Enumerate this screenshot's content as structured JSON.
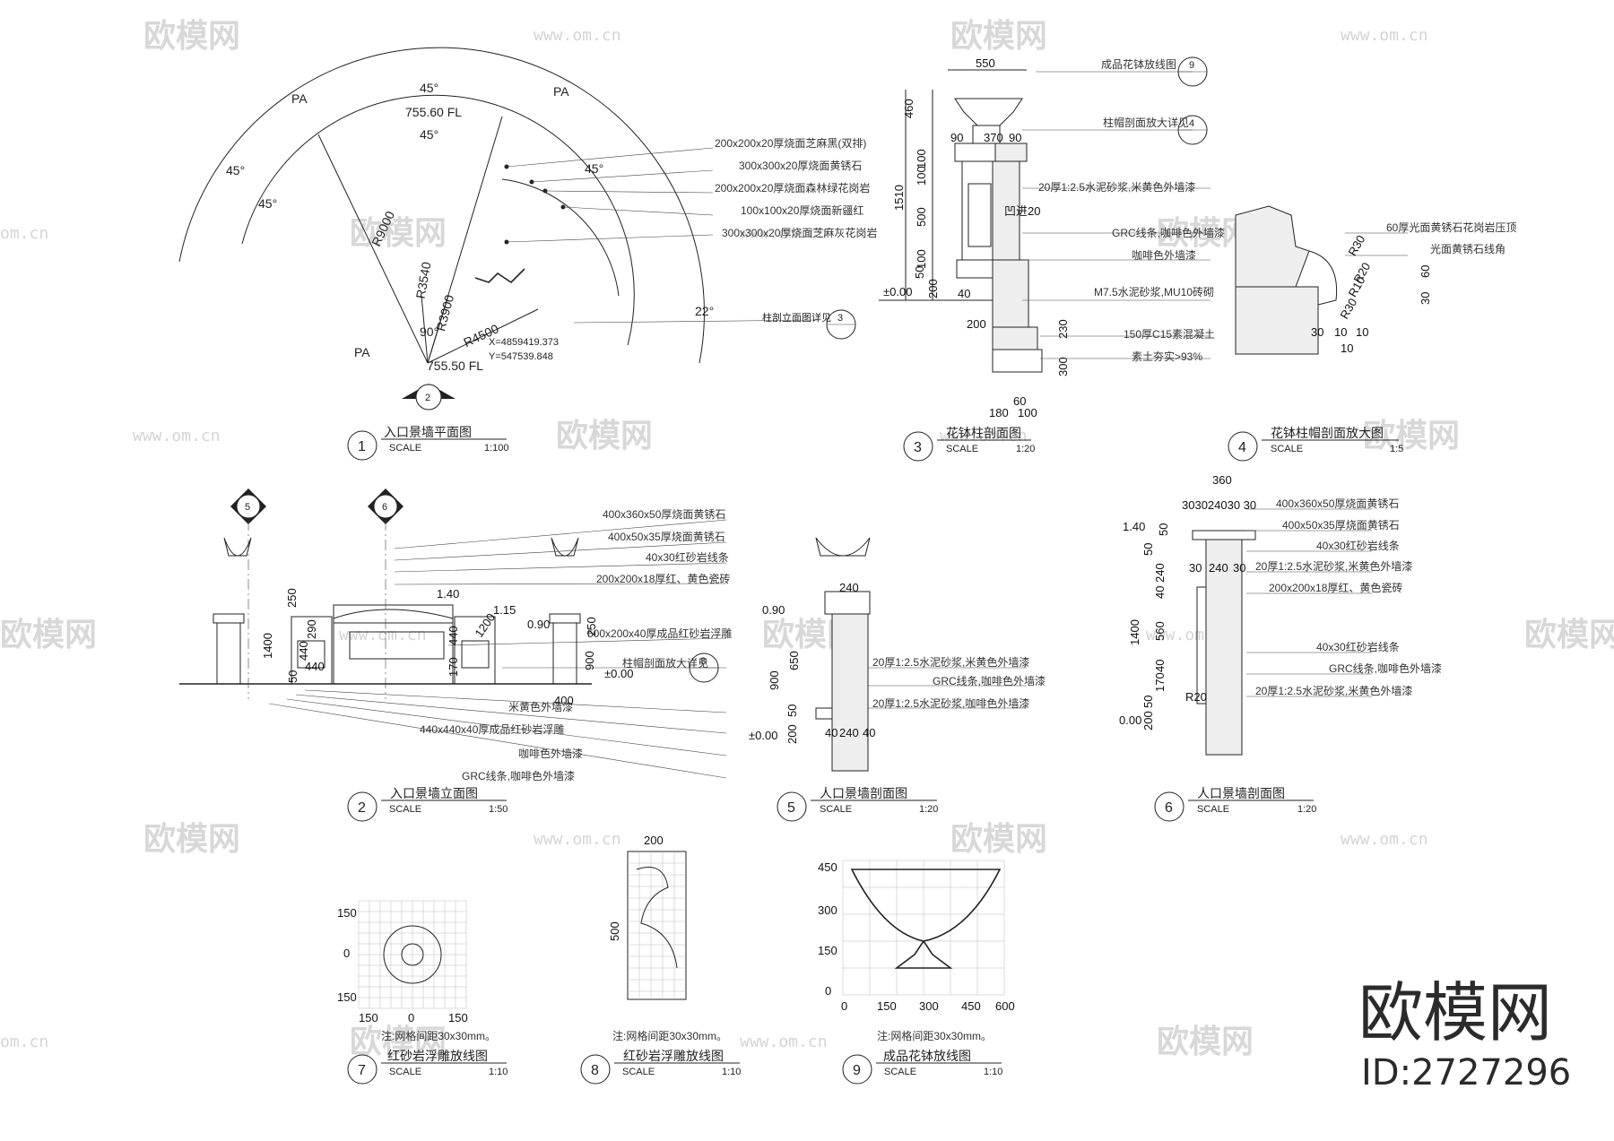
{
  "watermark": {
    "brand": "欧模网",
    "url": "www.om.cn",
    "url_fragment": "om.cn"
  },
  "logo": {
    "brand": "欧模网",
    "id": "ID:2727296"
  },
  "views": [
    {
      "number": "1",
      "title": "入口景墙平面图",
      "scale_label": "SCALE",
      "scale": "1:100"
    },
    {
      "number": "2",
      "title": "入口景墙立面图",
      "scale_label": "SCALE",
      "scale": "1:50"
    },
    {
      "number": "3",
      "title": "花钵柱剖面图",
      "scale_label": "SCALE",
      "scale": "1:20"
    },
    {
      "number": "4",
      "title": "花钵柱帽剖面放大图",
      "scale_label": "SCALE",
      "scale": "1:5"
    },
    {
      "number": "5",
      "title": "人口景墙剖面图",
      "scale_label": "SCALE",
      "scale": "1:20"
    },
    {
      "number": "6",
      "title": "人口景墙剖面图",
      "scale_label": "SCALE",
      "scale": "1:20"
    },
    {
      "number": "7",
      "title": "红砂岩浮雕放线图",
      "scale_label": "SCALE",
      "scale": "1:10",
      "note": "注:网格间距30x30mm。"
    },
    {
      "number": "8",
      "title": "红砂岩浮雕放线图",
      "scale_label": "SCALE",
      "scale": "1:10",
      "note": "注:网格间距30x30mm。"
    },
    {
      "number": "9",
      "title": "成品花钵放线图",
      "scale_label": "SCALE",
      "scale": "1:10",
      "note": "注:网格间距30x30mm。"
    }
  ],
  "plan": {
    "angles": [
      "45°",
      "45°",
      "45°",
      "45°",
      "45°",
      "22°"
    ],
    "labels_pa": [
      "PA",
      "PA",
      "PA"
    ],
    "level_top": "755.60 FL",
    "level_bottom": "755.50 FL",
    "radii": [
      "R9000",
      "R3540",
      "R3900",
      "R4500"
    ],
    "angle_small": "90°",
    "coord_x": "X=4859419.373",
    "coord_y": "Y=547539.848",
    "section_marker": "2",
    "materials": [
      "200x200x20厚烧面芝麻黑(双排)",
      "300x300x20厚烧面黄锈石",
      "200x200x20厚烧面森林绿花岗岩",
      "100x100x20厚烧面新疆红",
      "300x300x20厚烧面芝麻灰花岗岩"
    ],
    "callout_text": "柱剖立面图详见",
    "callout_num": "3"
  },
  "section3": {
    "top_dim": "550",
    "dims_left": [
      "460",
      "1510",
      "100",
      "100",
      "500",
      "100",
      "50",
      "200"
    ],
    "dims_inner": [
      "90",
      "370",
      "90"
    ],
    "level": "±0.00",
    "base_dims": [
      "200",
      "40",
      "230",
      "300",
      "60",
      "180",
      "100"
    ],
    "notes": [
      "成品花钵放线图",
      "柱帽剖面放大详见",
      "20厚1:2.5水泥砂浆,米黄色外墙漆",
      "GRC线条,咖啡色外墙漆",
      "咖啡色外墙漆",
      "M7.5水泥砂浆,MU10砖砌",
      "150厚C15素混凝土",
      "素土夯实>93%"
    ],
    "callouts": [
      "9",
      "4"
    ],
    "bar": "凹进20"
  },
  "section4": {
    "notes": [
      "60厚光面黄锈石花岗岩压顶",
      "光面黄锈石线角"
    ],
    "dims": [
      "R30",
      "R20",
      "R10",
      "R30",
      "60",
      "30",
      "10",
      "30",
      "10",
      "10"
    ]
  },
  "elevation": {
    "markers": [
      "5",
      "6"
    ],
    "dims": [
      "250",
      "290",
      "1400",
      "440",
      "440",
      "50",
      "1.40",
      "1.15",
      "1200",
      "0.90",
      "250",
      "170",
      "440",
      "900",
      "400"
    ],
    "level": "±0.00",
    "notes": [
      "400x360x50厚烧面黄锈石",
      "400x50x35厚烧面黄锈石",
      "40x30红砂岩线条",
      "200x200x18厚红、黄色瓷砖",
      "500x200x40厚成品红砂岩浮雕",
      "柱帽剖面放大详见",
      "米黄色外墙漆",
      "440x440x40厚成品红砂岩浮雕",
      "咖啡色外墙漆",
      "GRC线条,咖啡色外墙漆"
    ],
    "callout": "8"
  },
  "section5": {
    "dims": [
      "240",
      "0.90",
      "650",
      "900",
      "50",
      "200",
      "40",
      "240",
      "40"
    ],
    "level": "±0.00",
    "notes": [
      "20厚1:2.5水泥砂浆,米黄色外墙漆",
      "GRC线条,咖啡色外墙漆",
      "20厚1:2.5水泥砂浆,咖啡色外墙漆"
    ]
  },
  "section6": {
    "top_dim": "360",
    "sub_dims": "303024030 30",
    "dims_left": [
      "1.40",
      "50",
      "50",
      "240",
      "40",
      "1400",
      "560",
      "40",
      "170",
      "50",
      "200",
      "0.00"
    ],
    "inner": [
      "30",
      "240",
      "30"
    ],
    "radius": "R20",
    "notes": [
      "400x360x50厚烧面黄锈石",
      "400x50x35厚烧面黄锈石",
      "40x30红砂岩线条",
      "20厚1:2.5水泥砂浆,米黄色外墙漆",
      "200x200x18厚红、黄色瓷砖",
      "40x30红砂岩线条",
      "GRC线条,咖啡色外墙漆",
      "20厚1:2.5水泥砂浆,米黄色外墙漆"
    ]
  },
  "detail7": {
    "ticks_y": [
      "150",
      "0",
      "150"
    ],
    "ticks_x": [
      "150",
      "0",
      "150"
    ]
  },
  "detail8": {
    "width": "200",
    "height": "500"
  },
  "detail9": {
    "ticks_y": [
      "450",
      "300",
      "150",
      "0"
    ],
    "ticks_x": [
      "0",
      "150",
      "300",
      "450",
      "600"
    ]
  }
}
